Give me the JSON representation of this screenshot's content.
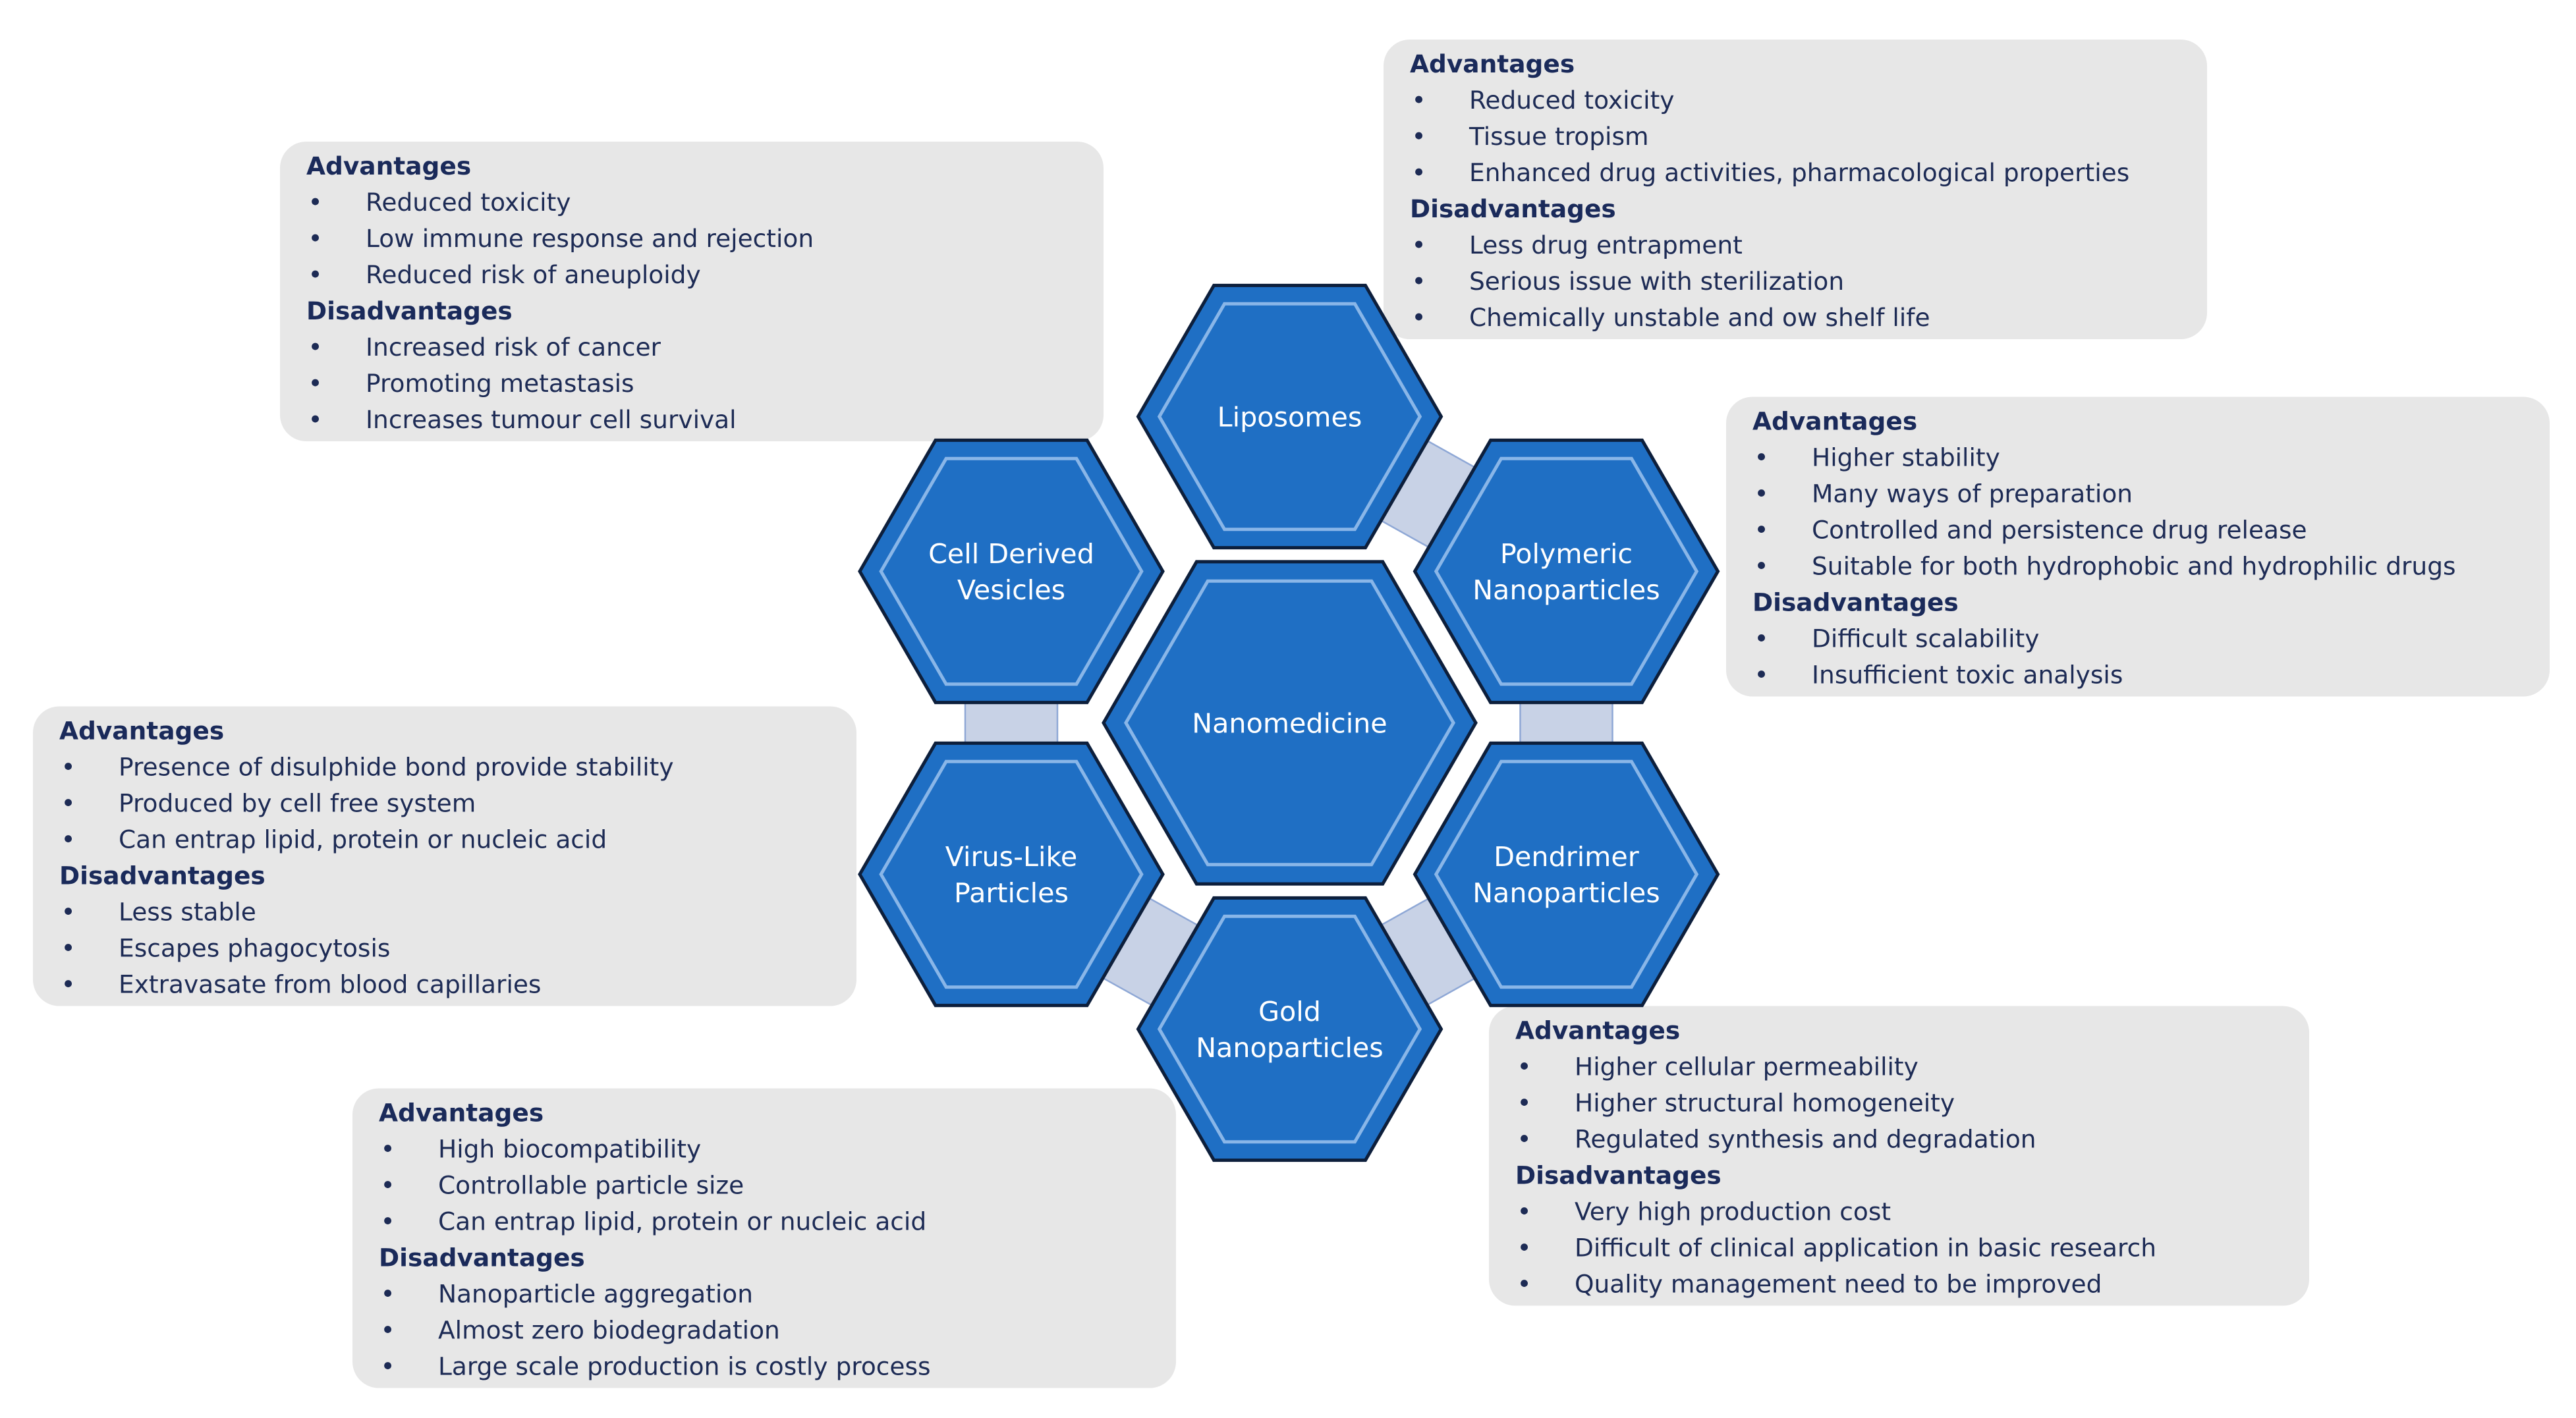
{
  "center": {
    "label": "Nanomedicine"
  },
  "hexes": [
    {
      "id": "liposomes",
      "lines": [
        "Liposomes"
      ]
    },
    {
      "id": "polymeric",
      "lines": [
        "Polymeric",
        "Nanoparticles"
      ]
    },
    {
      "id": "dendrimer",
      "lines": [
        "Dendrimer",
        "Nanoparticles"
      ]
    },
    {
      "id": "gold",
      "lines": [
        "Gold",
        "Nanoparticles"
      ]
    },
    {
      "id": "virus",
      "lines": [
        "Virus-Like",
        "Particles"
      ]
    },
    {
      "id": "cell",
      "lines": [
        "Cell Derived",
        "Vesicles"
      ]
    }
  ],
  "boxes": [
    {
      "id": "cell",
      "adv_title": "Advantages",
      "advantages": [
        "Reduced toxicity",
        "Low immune  response and rejection",
        "Reduced risk of aneuploidy"
      ],
      "dis_title": "Disadvantages",
      "disadvantages": [
        "Increased risk of cancer",
        "Promoting  metastasis",
        "Increases tumour  cell survival"
      ]
    },
    {
      "id": "liposomes",
      "adv_title": "Advantages",
      "advantages": [
        "Reduced toxicity",
        "Tissue tropism",
        "Enhanced drug  activities, pharmacological properties"
      ],
      "dis_title": "Disadvantages",
      "disadvantages": [
        "Less drug entrapment",
        "Serious issue with sterilization",
        "Chemically unstable and ow shelf life"
      ]
    },
    {
      "id": "polymeric",
      "adv_title": "Advantages",
      "advantages": [
        "Higher stability",
        "Many ways of preparation",
        "Controlled and persistence drug release",
        "Suitable for both hydrophobic  and hydrophilic drugs"
      ],
      "dis_title": "Disadvantages",
      "disadvantages": [
        "Difficult scalability",
        "Insufficient toxic analysis"
      ]
    },
    {
      "id": "virus",
      "adv_title": "Advantages",
      "advantages": [
        "Presence of disulphide bond  provide stability",
        "Produced  by cell free system",
        "Can entrap lipid, protein or nucleic acid"
      ],
      "dis_title": "Disadvantages",
      "disadvantages": [
        "Less stable",
        "Escapes phagocytosis",
        "Extravasate from blood capillaries"
      ]
    },
    {
      "id": "dendrimer",
      "adv_title": "Advantages",
      "advantages": [
        "Higher cellular permeability",
        "Higher structural homogeneity",
        "Regulated synthesis and degradation"
      ],
      "dis_title": "Disadvantages",
      "disadvantages": [
        "Very high production  cost",
        "Difficult of clinical application in basic research",
        "Quality management  need to be improved"
      ]
    },
    {
      "id": "gold",
      "adv_title": "Advantages",
      "advantages": [
        "High biocompatibility",
        "Controllable particle size",
        "Can entrap lipid, protein or nucleic acid"
      ],
      "dis_title": "Disadvantages",
      "disadvantages": [
        "Nanoparticle aggregation",
        "Almost zero biodegradation",
        "Large scale production is costly process"
      ]
    }
  ],
  "colors": {
    "hex_fill": "#1f6fc4",
    "hex_stroke": "#0d1f3c",
    "connector": "#c8d2e6",
    "box_bg": "#e7e7e7",
    "heading": "#1a2a5a"
  }
}
